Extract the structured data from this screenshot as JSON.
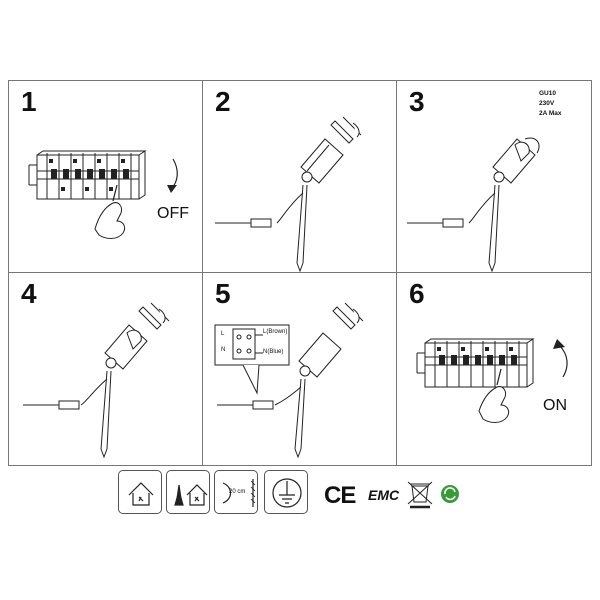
{
  "steps": [
    {
      "number": "1",
      "label": "OFF"
    },
    {
      "number": "2"
    },
    {
      "number": "3",
      "spec": [
        "GU10",
        "230V",
        "2A Max"
      ]
    },
    {
      "number": "4"
    },
    {
      "number": "5",
      "wiring": {
        "live": "L(Brown)",
        "neutral": "N(Blue)",
        "l_mark": "L",
        "n_mark": "N"
      }
    },
    {
      "number": "6",
      "label": "ON"
    }
  ],
  "symbols": {
    "distance": "20 cm",
    "ce_mark": "CE",
    "emc_mark": "EMC"
  },
  "icons": [
    "indoor-house-icon",
    "outdoor-tree-house-icon",
    "min-distance-20cm-icon",
    "class-i-earth-icon",
    "ce-mark-icon",
    "emc-mark-icon",
    "weee-bin-icon",
    "recycle-icon"
  ],
  "colors": {
    "line": "#222222",
    "border": "#777777",
    "recycle_green": "#3a9a3a"
  }
}
